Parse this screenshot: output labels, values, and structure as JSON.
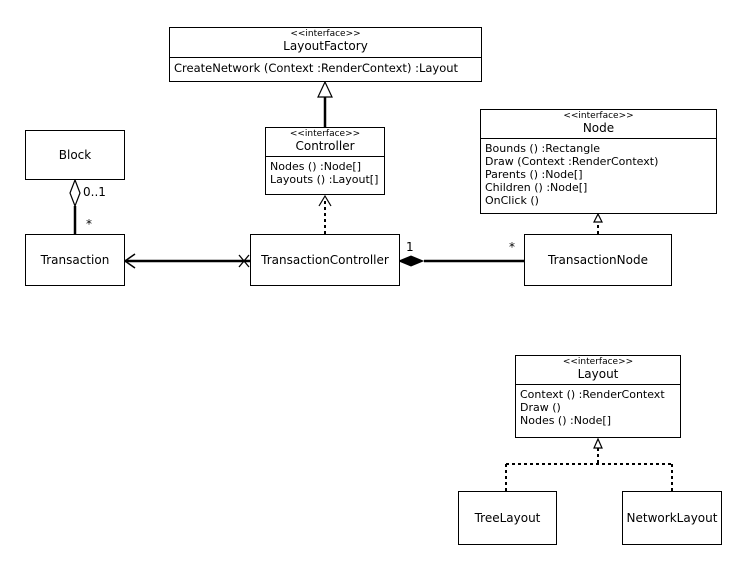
{
  "classes": {
    "layout_factory": {
      "stereotype": "<<interface>>",
      "name": "LayoutFactory",
      "ops": [
        "CreateNetwork (Context :RenderContext) :Layout"
      ]
    },
    "controller": {
      "stereotype": "<<interface>>",
      "name": "Controller",
      "ops": [
        "Nodes () :Node[]",
        "Layouts () :Layout[]"
      ]
    },
    "node": {
      "stereotype": "<<interface>>",
      "name": "Node",
      "ops": [
        "Bounds () :Rectangle",
        "Draw (Context :RenderContext)",
        "Parents () :Node[]",
        "Children () :Node[]",
        "OnClick ()"
      ]
    },
    "layout": {
      "stereotype": "<<interface>>",
      "name": "Layout",
      "ops": [
        "Context () :RenderContext",
        "Draw ()",
        "Nodes () :Node[]"
      ]
    },
    "block": {
      "name": "Block"
    },
    "transaction": {
      "name": "Transaction"
    },
    "transaction_controller": {
      "name": "TransactionController"
    },
    "transaction_node": {
      "name": "TransactionNode"
    },
    "tree_layout": {
      "name": "TreeLayout"
    },
    "network_layout": {
      "name": "NetworkLayout"
    }
  },
  "multiplicities": {
    "block_end": "0..1",
    "transaction_end": "*",
    "controller_end": "1",
    "node_end": "*"
  }
}
